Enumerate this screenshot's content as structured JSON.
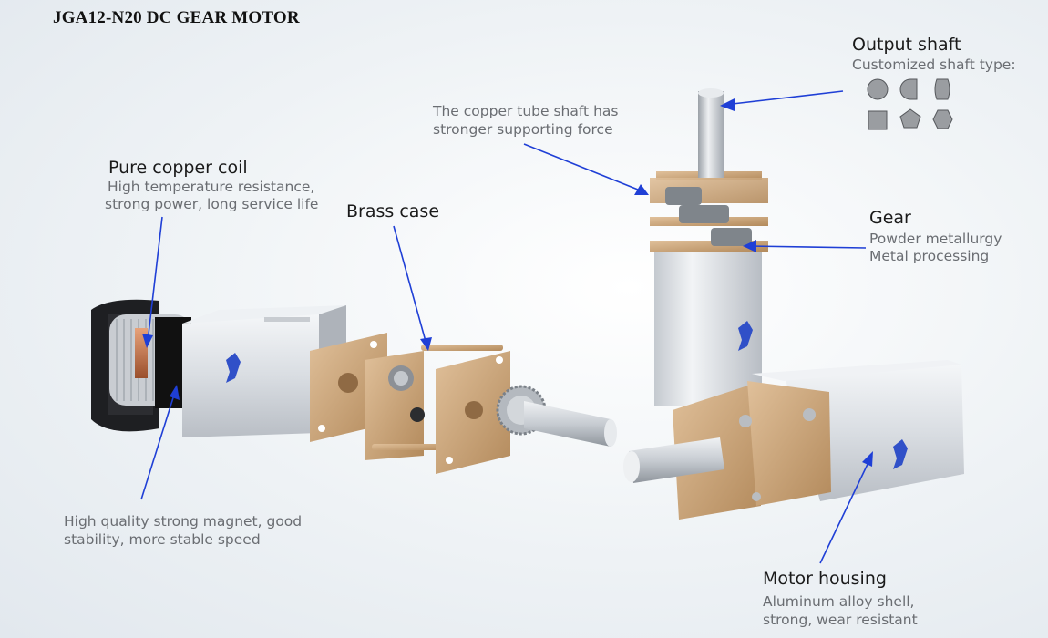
{
  "title": "JGA12-N20 DC GEAR MOTOR",
  "labels": {
    "output_shaft": {
      "heading": "Output shaft",
      "lines": [
        "Customized shaft type:"
      ]
    },
    "copper_tube": {
      "lines": [
        "The copper tube shaft has",
        "stronger supporting force"
      ]
    },
    "coil": {
      "heading": "Pure copper coil",
      "lines": [
        "High temperature resistance,",
        "strong power, long service life"
      ]
    },
    "brass_case": {
      "heading": "Brass case"
    },
    "gear": {
      "heading": "Gear",
      "lines": [
        "Powder metallurgy",
        "Metal processing"
      ]
    },
    "magnet": {
      "lines": [
        "High quality strong magnet, good",
        "stability, more stable speed"
      ]
    },
    "housing": {
      "heading": "Motor housing",
      "lines": [
        "Aluminum alloy shell,",
        "strong, wear resistant"
      ]
    }
  },
  "shaft_shapes": [
    "circle-shape-icon",
    "d-cut-shape-icon",
    "double-d-shape-icon",
    "square-shape-icon",
    "pentagon-shape-icon",
    "hexagon-shape-icon"
  ],
  "colors": {
    "arrow": "#1f3fd6",
    "brass": "#c9a57a",
    "aluminum": "#dfe3e8"
  }
}
